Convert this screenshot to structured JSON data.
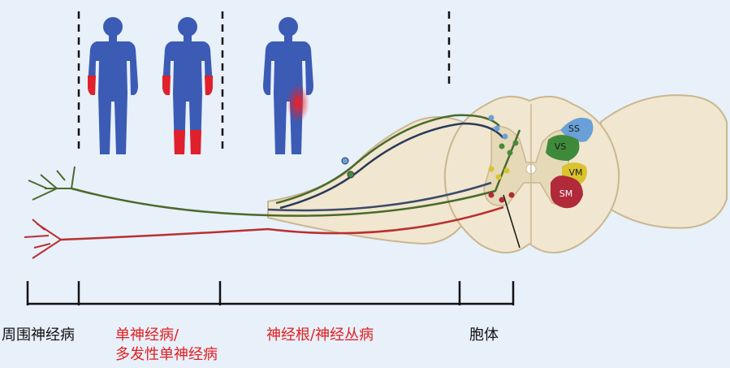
{
  "colors": {
    "background": "#e8f0fa",
    "body_blue": "#3b5bb5",
    "lesion_red": "#e0202a",
    "cord_tan": "#f1e6cf",
    "cord_outline": "#c9b790",
    "green_nerve": "#4a6a2a",
    "red_nerve": "#b83030",
    "dark_nerve": "#2a2a2a",
    "zone_ss": "#6aa0d8",
    "zone_vs": "#3f8a3a",
    "zone_vm": "#d9c430",
    "zone_sm": "#b02a3a",
    "label_black": "#111111",
    "label_red": "#e02020"
  },
  "zones": {
    "ss": "SS",
    "vs": "VS",
    "vm": "VM",
    "sm": "SM"
  },
  "labels": {
    "peripheral_neuropathy": "周围神经病",
    "mononeuropathy_line1": "单神经病/",
    "mononeuropathy_line2": "多发性单神经病",
    "radiculopathy": "神经根/神经丛病",
    "cell_body": "胞体"
  }
}
